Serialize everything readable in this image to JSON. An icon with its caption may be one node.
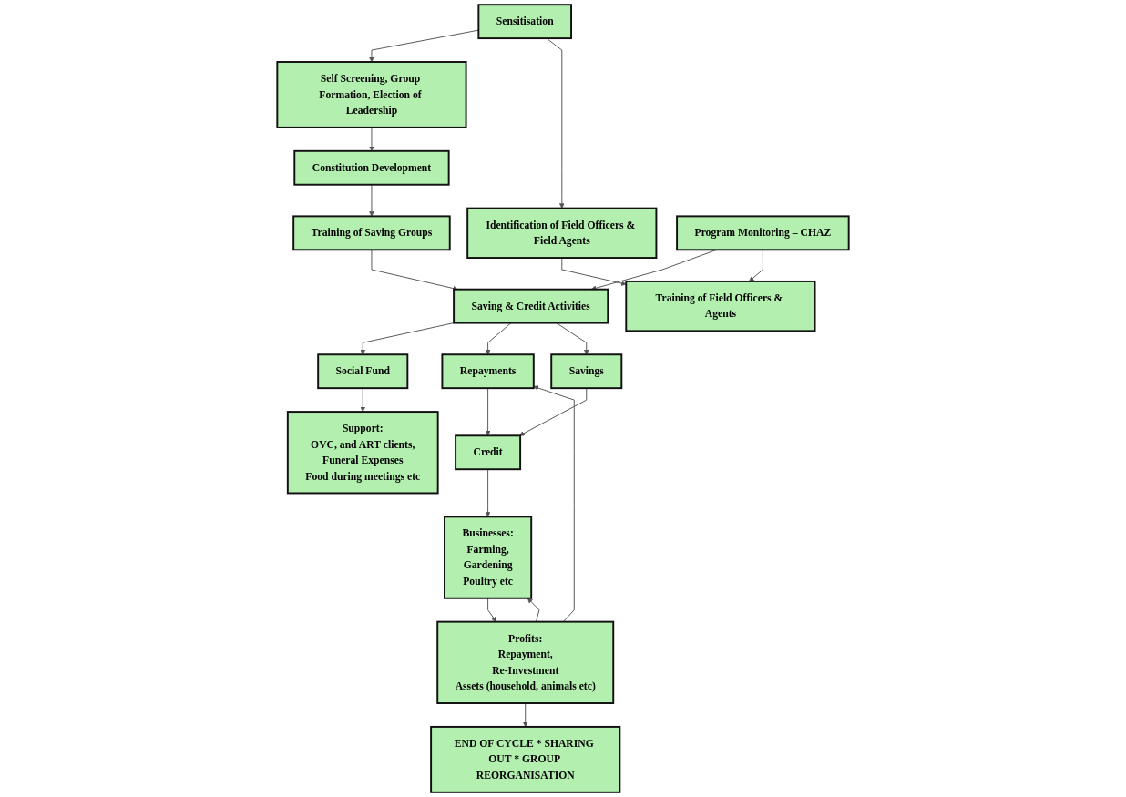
{
  "diagram": {
    "nodes": [
      {
        "text": [
          "Sensitisation"
        ]
      },
      {
        "text": [
          "Self Screening, Group Formation, Election of Leadership"
        ]
      },
      {
        "text": [
          "Identification of Field Officers & Field Agents"
        ]
      },
      {
        "text": [
          "Constitution Development"
        ]
      },
      {
        "text": [
          "Training of Field Officers & Agents"
        ]
      },
      {
        "text": [
          "Training of Saving Groups"
        ]
      },
      {
        "text": [
          "Saving & Credit Activities"
        ]
      },
      {
        "text": [
          "Social Fund"
        ]
      },
      {
        "text": [
          "Repayments"
        ]
      },
      {
        "text": [
          "Savings"
        ]
      },
      {
        "text": [
          "Credit"
        ]
      },
      {
        "text": [
          "Businesses:",
          "Farming,",
          "Gardening",
          "Poultry etc"
        ]
      },
      {
        "text": [
          "Support:",
          "OVC, and ART clients,",
          "Funeral Expenses",
          "Food during meetings etc"
        ]
      },
      {
        "text": [
          "Profits:",
          "Repayment,",
          "Re-Investment",
          "Assets (household, animals etc)"
        ]
      },
      {
        "text": [
          "Program Monitoring – CHAZ"
        ]
      },
      {
        "text": [
          "END OF CYCLE * SHARING OUT * GROUP REORGANISATION"
        ]
      }
    ],
    "edges": [
      {
        "from": 0,
        "to": 1,
        "arrow": "to"
      },
      {
        "from": 0,
        "to": 2,
        "arrow": "to"
      },
      {
        "from": 1,
        "to": 3,
        "arrow": "to"
      },
      {
        "from": 3,
        "to": 5,
        "arrow": "to"
      },
      {
        "from": 5,
        "to": 6,
        "arrow": "to"
      },
      {
        "from": 2,
        "to": 4,
        "arrow": "to"
      },
      {
        "from": 6,
        "to": 7,
        "arrow": "to"
      },
      {
        "from": 6,
        "to": 8,
        "arrow": "to"
      },
      {
        "from": 6,
        "to": 9,
        "arrow": "to"
      },
      {
        "from": 8,
        "to": 10,
        "arrow": "to"
      },
      {
        "from": 9,
        "to": 10,
        "arrow": "to"
      },
      {
        "from": 10,
        "to": 11,
        "arrow": "to"
      },
      {
        "from": 7,
        "to": 12,
        "arrow": "to"
      },
      {
        "from": 11,
        "to": 13,
        "arrow": "to"
      },
      {
        "from": 13,
        "to": 11,
        "arrow": "to"
      },
      {
        "from": 13,
        "to": 8,
        "arrow": "to"
      },
      {
        "from": 13,
        "to": 15,
        "arrow": "to"
      },
      {
        "from": 14,
        "to": 6,
        "arrow": "to"
      },
      {
        "from": 14,
        "to": 4,
        "arrow": "to"
      }
    ]
  }
}
